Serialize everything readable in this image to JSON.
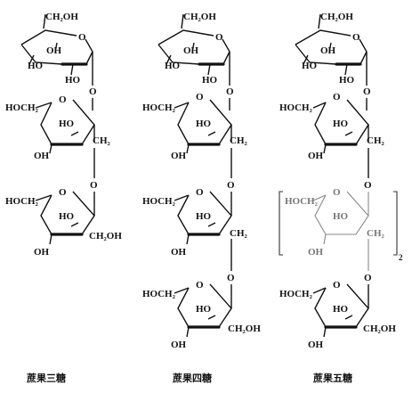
{
  "captions": {
    "tri": "蔗果三糖",
    "tetra": "蔗果四糖",
    "penta": "蔗果五糖"
  },
  "glucose": {
    "top": "CH₂OH",
    "oh_upper": "OH",
    "ho_left": "HO",
    "ho_bottom": "HO",
    "ring_o": "O"
  },
  "fructose_chain": {
    "ch2_left": "HOCH₂",
    "ring_o": "O",
    "ho_inner": "HO",
    "oh_bottom": "OH",
    "ch2": "CH₂",
    "link_o": "O"
  },
  "fructose_terminal": {
    "ch2_left": "HOCH₂",
    "ring_o": "O",
    "ho_inner": "HO",
    "oh_bottom": "OH",
    "ch2oh": "CH₂OH",
    "link_o": "O"
  },
  "penta_bracket_subscript": "2"
}
